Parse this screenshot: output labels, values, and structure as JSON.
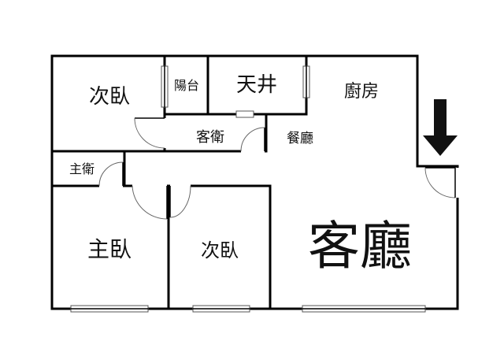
{
  "rooms": {
    "bedroom_top": "次臥",
    "balcony": "陽台",
    "skylight": "天井",
    "kitchen": "廚房",
    "guest_bath": "客衛",
    "dining": "餐廳",
    "master_bath": "主衛",
    "master_bedroom": "主臥",
    "bedroom_middle": "次臥",
    "living_room": "客廳"
  },
  "icons": {
    "entrance": "arrow-down-icon"
  },
  "colors": {
    "wall": "#000000",
    "background": "#ffffff"
  }
}
